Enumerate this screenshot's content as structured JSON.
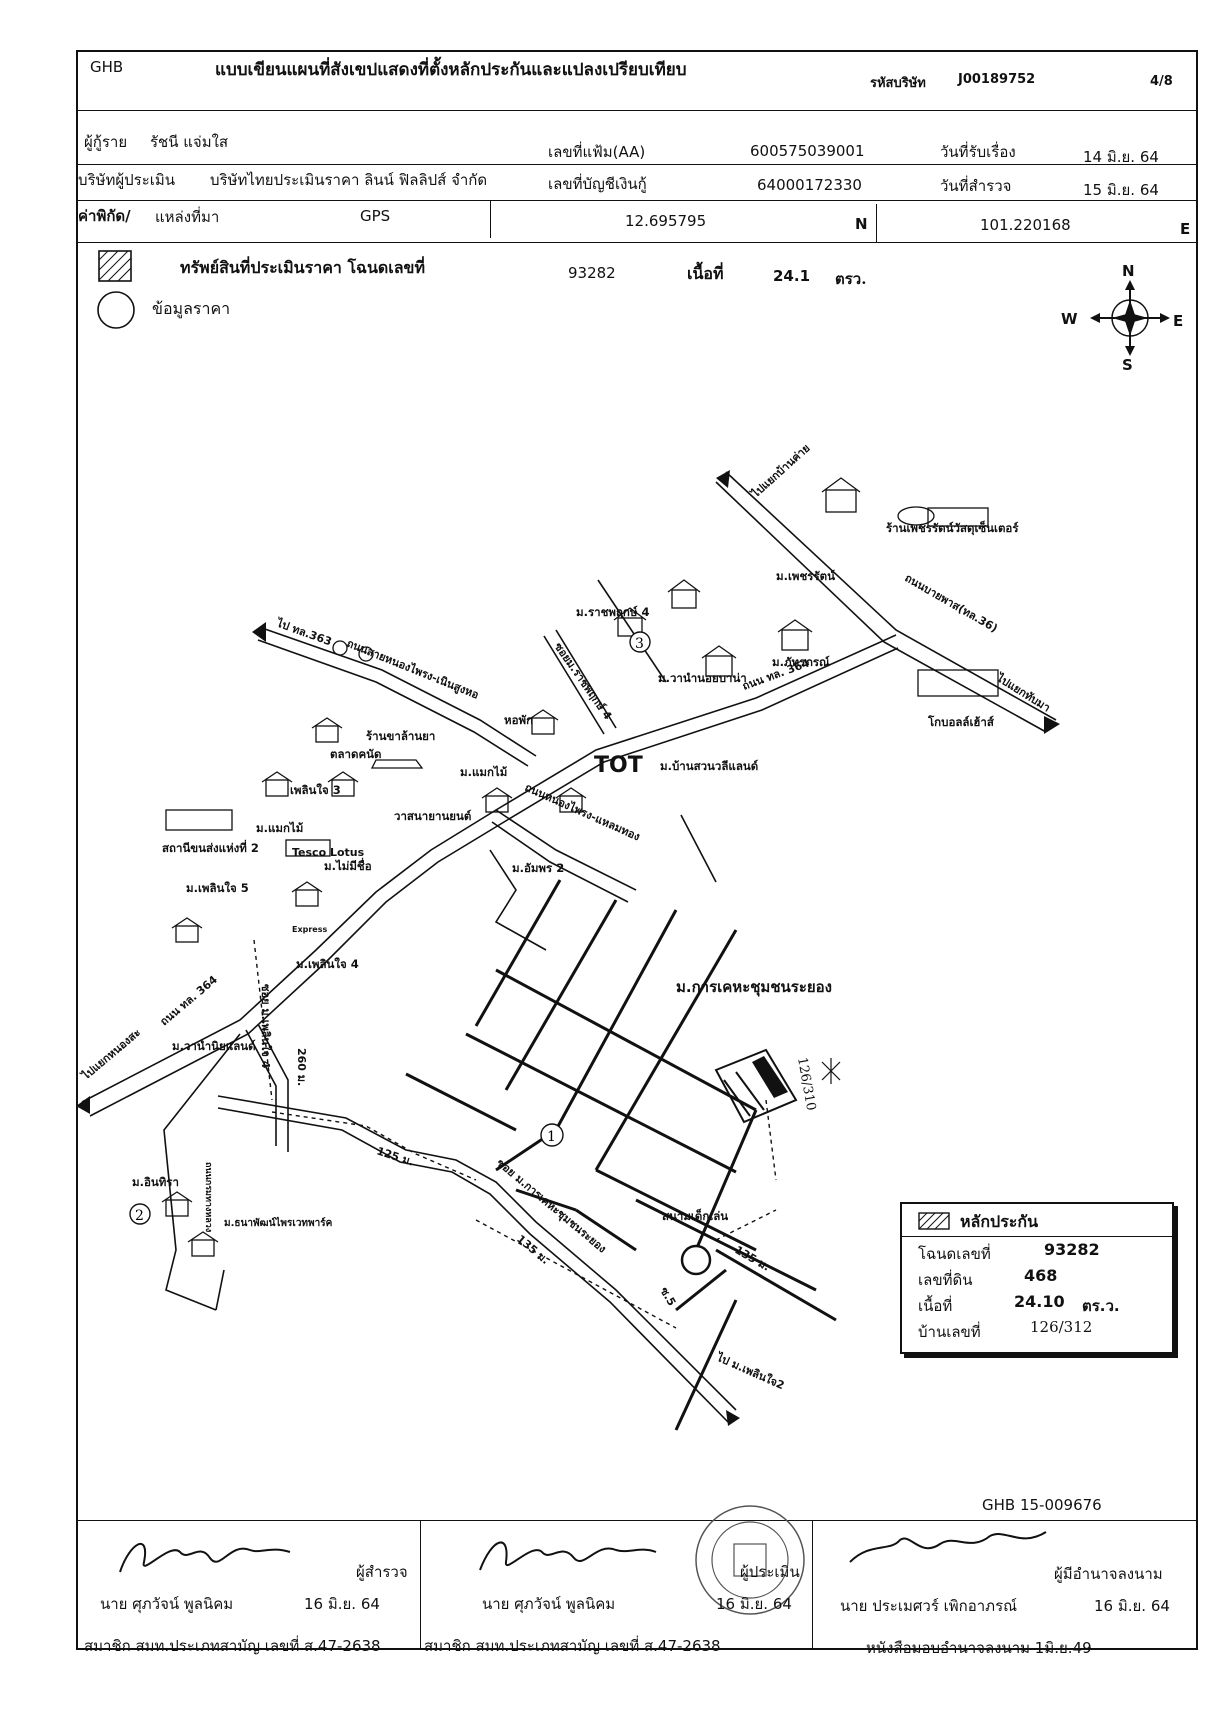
{
  "header": {
    "bank": "GHB",
    "title": "แบบเขียนแผนที่สังเขปแสดงที่ตั้งหลักประกันและแปลงเปรียบเทียบ",
    "company_code_label": "รหัสบริษัท",
    "company_code": "J00189752",
    "page": "4/8"
  },
  "info": {
    "borrower_label": "ผู้กู้ราย",
    "borrower": "รัชนี   แจ่มใส",
    "file_no_label": "เลขที่แฟ้ม(AA)",
    "file_no": "600575039001",
    "received_label": "วันที่รับเรื่อง",
    "received_date": "14 มิ.ย. 64",
    "appraiser_label": "บริษัทผู้ประเมิน",
    "appraiser": "บริษัทไทยประเมินราคา ลินน์ ฟิลลิปส์ จำกัด",
    "loan_account_label": "เลขที่บัญชีเงินกู้",
    "loan_account": "64000172330",
    "survey_label": "วันที่สำรวจ",
    "survey_date": "15 มิ.ย. 64"
  },
  "coords": {
    "label": "ค่าพิกัด/",
    "source_label": "แหล่งที่มา",
    "source": "GPS",
    "lat": "12.695795",
    "lat_dir": "N",
    "lon": "101.220168",
    "lon_dir": "E"
  },
  "legend_top": {
    "property_label": "ทรัพย์สินที่ประเมินราคา โฉนดเลขที่",
    "deed_no": "93282",
    "area_label": "เนื้อที่",
    "area": "24.1",
    "area_unit": "ตรว.",
    "price_label": "ข้อมูลราคา"
  },
  "compass": {
    "n": "N",
    "s": "S",
    "e": "E",
    "w": "W"
  },
  "map_labels": {
    "to_ban_khai": "ไปแยกบ้านค่าย",
    "to_373": "ไป ทล.363",
    "road_nong_phrong": "ถนนสายหนองไพรง-เนินสูงหอ",
    "gem_shop": "ร้านเพชรรัตน์วัสดุเซ็นเตอร์",
    "m_phetcharat": "ม.เพชรรัตน์",
    "road_sukhumvit": "ถนนบายพาส(ทล.36)",
    "to_chanthaburi": "ไปแยกทับมา",
    "lotus_shop": "โกบอลล์เฮ้าส์",
    "m_ratchaphruek4": "ม.ราชพฤกษ์ 4",
    "soi_ratchaphruek": "ซอยม.ราชพฤกษ์ 4",
    "m_wanawan": "ม.วานำนอยบาน่า",
    "road_364_top": "ถนน ทล. 364",
    "m_phattharaporn": "ม.ภัทรภรณ์",
    "m_ban_suan": "ม.บ้านสวนวลีแลนด์",
    "tot": "TOT",
    "dorm": "หอพัก",
    "shop_tree": "ร้านขาล้านยา",
    "market": "ตลาดคนัด",
    "m_phoenjai3": "เพลินใจ 3",
    "m_maekmai_mid": "ม.แมกไม้",
    "road_nongphrong2": "ถนนหนองไพรง-แหลมทอง",
    "car_shop": "วาสนายานยนต์",
    "m_maekmai": "ม.แมกไม้",
    "gas_station": "สถานีขนส่งแห่งที่ 2",
    "m_mai_mi_chue": "ม.ไม่มีชื่อ",
    "m_aemphon2": "ม.อัมพร 2",
    "m_phoenjai5": "ม.เพลินใจ 5",
    "tesco": "Tesco Lotus",
    "tesco_sub": "Express",
    "m_phoenjai4": "ม.เพลินใจ 4",
    "soi_phoenjai4": "ซอย ม.เพลินใจ 4",
    "dist_260": "260 ม.",
    "to_nong_la": "ไปแยกหนองสะ",
    "road_364_bottom": "ถนน ทล. 364",
    "m_wanawan2": "ม.วานำนิยแลนด์",
    "m_karakhe": "ม.การเคหะชุมชนระยอง",
    "house_no_handwritten": "126/310",
    "dist_125": "125 ม.",
    "dist_135a": "135 ม.",
    "soi_karakhe": "ซอย ม.การเคหะชุมชนระยอง",
    "playground": "สนามเด็กเล่น",
    "dist_135b": "135 ม.",
    "soi5": "ซ.5",
    "to_phoenjai2": "ไป ม.เพลินใจ2",
    "m_inthira": "ม.อินทิรา",
    "road_local": "ถนนกรมทางหลวง",
    "m_pattana": "ม.ธนาพัฒน์ไพรเวทพาร์ค",
    "marker1": "1",
    "marker2": "2",
    "marker3": "3"
  },
  "collateral": {
    "title": "หลักประกัน",
    "deed_label": "โฉนดเลขที่",
    "deed": "93282",
    "land_no_label": "เลขที่ดิน",
    "land_no": "468",
    "area_label": "เนื้อที่",
    "area": "24.10",
    "area_unit": "ตร.ว.",
    "house_label": "บ้านเลขที่",
    "house_no": "126/312"
  },
  "footer": {
    "ref": "GHB 15-009676",
    "surveyor_role": "ผู้สำรวจ",
    "surveyor_name": "นาย ศุภวัจน์  พูลนิคม",
    "surveyor_date": "16 มิ.ย. 64",
    "surveyor_member": "สมาชิก สมท.ประเภทสามัญ เลขที่ ส.47-2638",
    "appraiser_role": "ผู้ประเมิน",
    "appraiser_name": "นาย ศุภวัจน์  พูลนิคม",
    "appraiser_date": "16 มิ.ย. 64",
    "appraiser_member": "สมาชิก สมท.ประเภทสามัญ เลขที่ ส.47-2638",
    "signer_role": "ผู้มีอำนาจลงนาม",
    "signer_name": "นาย ประเมศวร์  เพิกอาภรณ์",
    "signer_date": "16 มิ.ย. 64",
    "signer_note": "หนังสือมอบอำนาจลงนาม  1มิ.ย.49"
  }
}
